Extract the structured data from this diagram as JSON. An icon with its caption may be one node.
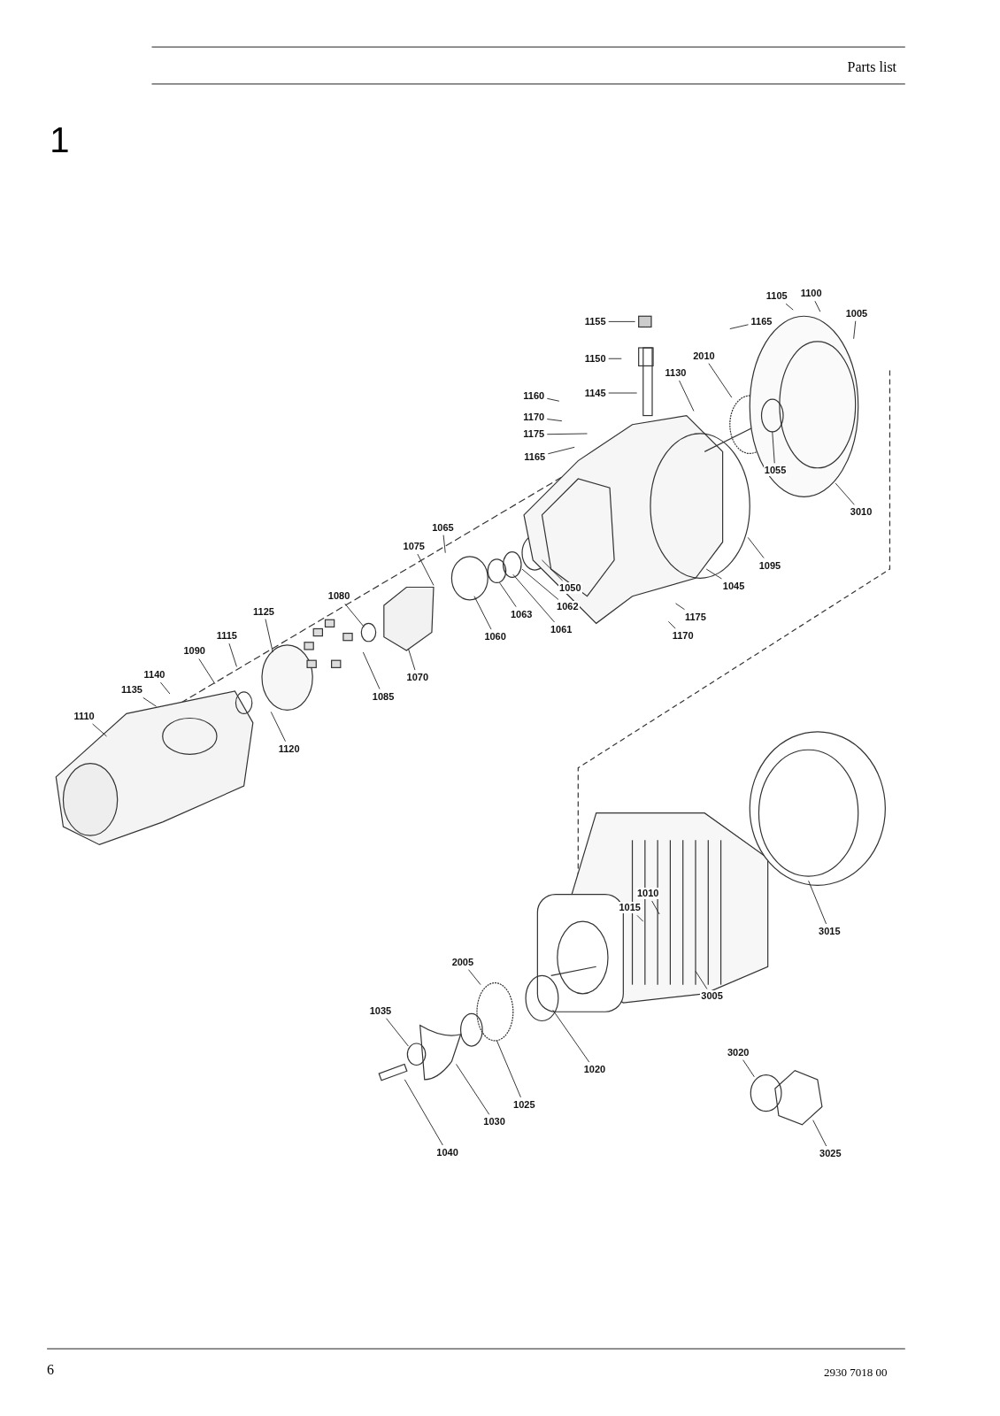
{
  "diagram": {
    "nodes": [
      {
        "text": [
          "1105"
        ]
      },
      {
        "text": [
          "1100"
        ]
      },
      {
        "text": [
          "1005"
        ]
      },
      {
        "text": [
          "1165"
        ]
      },
      {
        "text": [
          "1155"
        ]
      },
      {
        "text": [
          "1150"
        ]
      },
      {
        "text": [
          "2010"
        ]
      },
      {
        "text": [
          "1130"
        ]
      },
      {
        "text": [
          "1145"
        ]
      },
      {
        "text": [
          "1160"
        ]
      },
      {
        "text": [
          "1170"
        ]
      },
      {
        "text": [
          "1175"
        ]
      },
      {
        "text": [
          "1165"
        ]
      },
      {
        "text": [
          "1055"
        ]
      },
      {
        "text": [
          "3010"
        ]
      },
      {
        "text": [
          "1065"
        ]
      },
      {
        "text": [
          "1075"
        ]
      },
      {
        "text": [
          "1095"
        ]
      },
      {
        "text": [
          "1045"
        ]
      },
      {
        "text": [
          "1050"
        ]
      },
      {
        "text": [
          "1062"
        ]
      },
      {
        "text": [
          "1080"
        ]
      },
      {
        "text": [
          "1063"
        ]
      },
      {
        "text": [
          "1061"
        ]
      },
      {
        "text": [
          "1175"
        ]
      },
      {
        "text": [
          "1125"
        ]
      },
      {
        "text": [
          "1060"
        ]
      },
      {
        "text": [
          "1070"
        ]
      },
      {
        "text": [
          "1170"
        ]
      },
      {
        "text": [
          "1115"
        ]
      },
      {
        "text": [
          "1090"
        ]
      },
      {
        "text": [
          "1085"
        ]
      },
      {
        "text": [
          "1140"
        ]
      },
      {
        "text": [
          "1135"
        ]
      },
      {
        "text": [
          "1110"
        ]
      },
      {
        "text": [
          "1120"
        ]
      },
      {
        "text": [
          "1010"
        ]
      },
      {
        "text": [
          "1015"
        ]
      },
      {
        "text": [
          "3015"
        ]
      },
      {
        "text": [
          "2005"
        ]
      },
      {
        "text": [
          "3005"
        ]
      },
      {
        "text": [
          "1035"
        ]
      },
      {
        "text": [
          "3020"
        ]
      },
      {
        "text": [
          "1020"
        ]
      },
      {
        "text": [
          "1025"
        ]
      },
      {
        "text": [
          "1030"
        ]
      },
      {
        "text": [
          "3025"
        ]
      },
      {
        "text": [
          "1040"
        ]
      }
    ],
    "edges": [
      {
        "from": 0,
        "to": null,
        "arrow": "none"
      },
      {
        "from": 1,
        "to": null,
        "arrow": "none"
      },
      {
        "from": 2,
        "to": null,
        "arrow": "none"
      },
      {
        "from": 3,
        "to": null,
        "arrow": "none"
      },
      {
        "from": 4,
        "to": null,
        "arrow": "none"
      },
      {
        "from": 5,
        "to": null,
        "arrow": "none"
      },
      {
        "from": 6,
        "to": null,
        "arrow": "none"
      },
      {
        "from": 7,
        "to": null,
        "arrow": "none"
      },
      {
        "from": 8,
        "to": null,
        "arrow": "none"
      },
      {
        "from": 9,
        "to": null,
        "arrow": "none"
      },
      {
        "from": 10,
        "to": null,
        "arrow": "none"
      },
      {
        "from": 11,
        "to": null,
        "arrow": "none"
      },
      {
        "from": 12,
        "to": null,
        "arrow": "none"
      },
      {
        "from": 13,
        "to": null,
        "arrow": "none"
      },
      {
        "from": 14,
        "to": null,
        "arrow": "none"
      },
      {
        "from": 15,
        "to": null,
        "arrow": "none"
      },
      {
        "from": 16,
        "to": null,
        "arrow": "none"
      },
      {
        "from": 17,
        "to": null,
        "arrow": "none"
      },
      {
        "from": 18,
        "to": null,
        "arrow": "none"
      },
      {
        "from": 19,
        "to": null,
        "arrow": "none"
      },
      {
        "from": 20,
        "to": null,
        "arrow": "none"
      },
      {
        "from": 21,
        "to": null,
        "arrow": "none"
      },
      {
        "from": 22,
        "to": null,
        "arrow": "none"
      },
      {
        "from": 23,
        "to": null,
        "arrow": "none"
      },
      {
        "from": 24,
        "to": null,
        "arrow": "none"
      },
      {
        "from": 25,
        "to": null,
        "arrow": "none"
      },
      {
        "from": 26,
        "to": null,
        "arrow": "none"
      },
      {
        "from": 27,
        "to": null,
        "arrow": "none"
      },
      {
        "from": 28,
        "to": null,
        "arrow": "none"
      },
      {
        "from": 29,
        "to": null,
        "arrow": "none"
      },
      {
        "from": 30,
        "to": null,
        "arrow": "none"
      },
      {
        "from": 31,
        "to": null,
        "arrow": "none"
      },
      {
        "from": 32,
        "to": null,
        "arrow": "none"
      },
      {
        "from": 33,
        "to": null,
        "arrow": "none"
      },
      {
        "from": 34,
        "to": null,
        "arrow": "none"
      },
      {
        "from": 35,
        "to": null,
        "arrow": "none"
      },
      {
        "from": 36,
        "to": null,
        "arrow": "none"
      },
      {
        "from": 37,
        "to": null,
        "arrow": "none"
      },
      {
        "from": 38,
        "to": null,
        "arrow": "none"
      },
      {
        "from": 39,
        "to": null,
        "arrow": "none"
      },
      {
        "from": 40,
        "to": null,
        "arrow": "none"
      },
      {
        "from": 41,
        "to": null,
        "arrow": "none"
      },
      {
        "from": 42,
        "to": null,
        "arrow": "none"
      },
      {
        "from": 43,
        "to": null,
        "arrow": "none"
      },
      {
        "from": 44,
        "to": null,
        "arrow": "none"
      },
      {
        "from": 45,
        "to": null,
        "arrow": "none"
      },
      {
        "from": 46,
        "to": null,
        "arrow": "none"
      },
      {
        "from": 47,
        "to": null,
        "arrow": "none"
      }
    ],
    "labels": [
      "Parts list",
      "1",
      "6",
      "2930 7018 00"
    ]
  }
}
